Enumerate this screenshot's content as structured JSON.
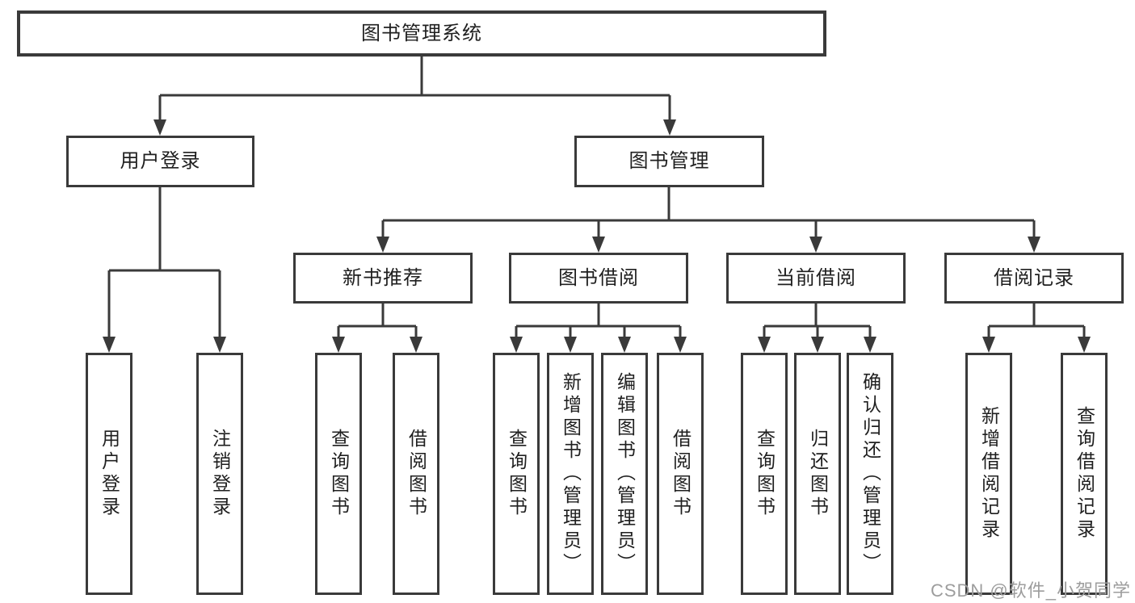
{
  "diagram": {
    "watermark": "CSDN @软件_小贺同学",
    "colors": {
      "line": "#3a3a3a",
      "text": "#1f1f1f",
      "watermark": "#9d9d9d",
      "background": "#ffffff"
    },
    "nodes": {
      "root": {
        "label": "图书管理系统"
      },
      "level2": [
        {
          "label": "用户登录"
        },
        {
          "label": "图书管理"
        }
      ],
      "level3": [
        {
          "label": "新书推荐"
        },
        {
          "label": "图书借阅"
        },
        {
          "label": "当前借阅"
        },
        {
          "label": "借阅记录"
        }
      ],
      "leaves": {
        "user_login": [
          {
            "label": "用户登录"
          },
          {
            "label": "注销登录"
          }
        ],
        "new_book": [
          {
            "label": "查询图书"
          },
          {
            "label": "借阅图书"
          }
        ],
        "book_borrow": [
          {
            "label": "查询图书"
          },
          {
            "label": "新增图书（管理员）"
          },
          {
            "label": "编辑图书（管理员）"
          },
          {
            "label": "借阅图书"
          }
        ],
        "current_borrow": [
          {
            "label": "查询图书"
          },
          {
            "label": "归还图书"
          },
          {
            "label": "确认归还（管理员）"
          }
        ],
        "borrow_record": [
          {
            "label": "新增借阅记录"
          },
          {
            "label": "查询借阅记录"
          }
        ]
      }
    }
  }
}
